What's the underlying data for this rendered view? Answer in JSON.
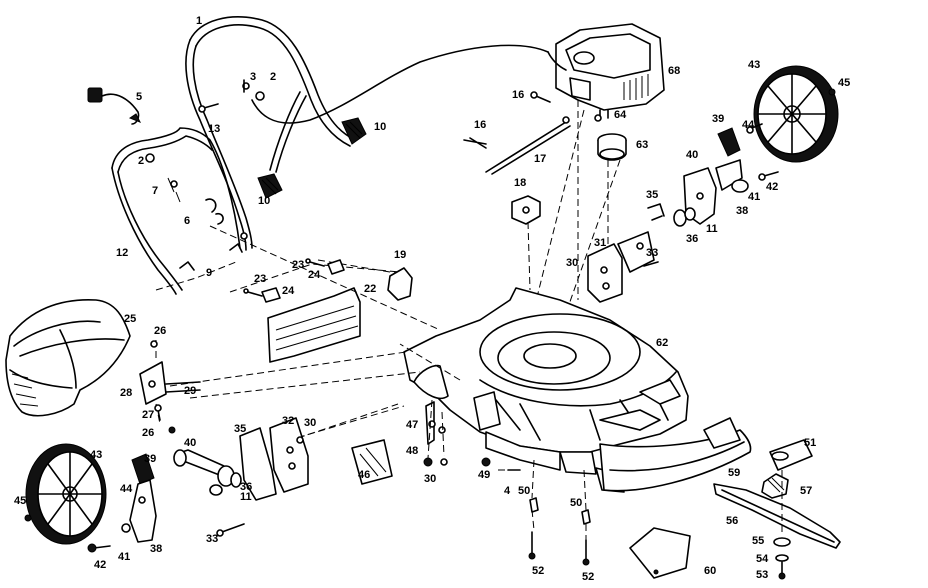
{
  "parts": [
    {
      "id": "p1",
      "text": "1"
    },
    {
      "id": "p2a",
      "text": "2"
    },
    {
      "id": "p2b",
      "text": "2"
    },
    {
      "id": "p3",
      "text": "3"
    },
    {
      "id": "p4",
      "text": "4"
    },
    {
      "id": "p5",
      "text": "5"
    },
    {
      "id": "p6",
      "text": "6"
    },
    {
      "id": "p7",
      "text": "7"
    },
    {
      "id": "p9",
      "text": "9"
    },
    {
      "id": "p10a",
      "text": "10"
    },
    {
      "id": "p10b",
      "text": "10"
    },
    {
      "id": "p11a",
      "text": "11"
    },
    {
      "id": "p11b",
      "text": "11"
    },
    {
      "id": "p12",
      "text": "12"
    },
    {
      "id": "p13",
      "text": "13"
    },
    {
      "id": "p16a",
      "text": "16"
    },
    {
      "id": "p16b",
      "text": "16"
    },
    {
      "id": "p17",
      "text": "17"
    },
    {
      "id": "p18",
      "text": "18"
    },
    {
      "id": "p19",
      "text": "19"
    },
    {
      "id": "p22",
      "text": "22"
    },
    {
      "id": "p23a",
      "text": "23"
    },
    {
      "id": "p23b",
      "text": "23"
    },
    {
      "id": "p24a",
      "text": "24"
    },
    {
      "id": "p24b",
      "text": "24"
    },
    {
      "id": "p25",
      "text": "25"
    },
    {
      "id": "p26a",
      "text": "26"
    },
    {
      "id": "p26b",
      "text": "26"
    },
    {
      "id": "p27",
      "text": "27"
    },
    {
      "id": "p28",
      "text": "28"
    },
    {
      "id": "p29",
      "text": "29"
    },
    {
      "id": "p30a",
      "text": "30"
    },
    {
      "id": "p30b",
      "text": "30"
    },
    {
      "id": "p30c",
      "text": "30"
    },
    {
      "id": "p31",
      "text": "31"
    },
    {
      "id": "p32",
      "text": "32"
    },
    {
      "id": "p33a",
      "text": "33"
    },
    {
      "id": "p33b",
      "text": "33"
    },
    {
      "id": "p35a",
      "text": "35"
    },
    {
      "id": "p35b",
      "text": "35"
    },
    {
      "id": "p36a",
      "text": "36"
    },
    {
      "id": "p36b",
      "text": "36"
    },
    {
      "id": "p38a",
      "text": "38"
    },
    {
      "id": "p38b",
      "text": "38"
    },
    {
      "id": "p39a",
      "text": "39"
    },
    {
      "id": "p39b",
      "text": "39"
    },
    {
      "id": "p40a",
      "text": "40"
    },
    {
      "id": "p40b",
      "text": "40"
    },
    {
      "id": "p41a",
      "text": "41"
    },
    {
      "id": "p41b",
      "text": "41"
    },
    {
      "id": "p42a",
      "text": "42"
    },
    {
      "id": "p42b",
      "text": "42"
    },
    {
      "id": "p43a",
      "text": "43"
    },
    {
      "id": "p43b",
      "text": "43"
    },
    {
      "id": "p44a",
      "text": "44"
    },
    {
      "id": "p44b",
      "text": "44"
    },
    {
      "id": "p45a",
      "text": "45"
    },
    {
      "id": "p45b",
      "text": "45"
    },
    {
      "id": "p46",
      "text": "46"
    },
    {
      "id": "p47",
      "text": "47"
    },
    {
      "id": "p48",
      "text": "48"
    },
    {
      "id": "p49",
      "text": "49"
    },
    {
      "id": "p50a",
      "text": "50"
    },
    {
      "id": "p50b",
      "text": "50"
    },
    {
      "id": "p51",
      "text": "51"
    },
    {
      "id": "p52a",
      "text": "52"
    },
    {
      "id": "p52b",
      "text": "52"
    },
    {
      "id": "p53",
      "text": "53"
    },
    {
      "id": "p54",
      "text": "54"
    },
    {
      "id": "p55",
      "text": "55"
    },
    {
      "id": "p56",
      "text": "56"
    },
    {
      "id": "p57",
      "text": "57"
    },
    {
      "id": "p59",
      "text": "59"
    },
    {
      "id": "p60",
      "text": "60"
    },
    {
      "id": "p62",
      "text": "62"
    },
    {
      "id": "p63",
      "text": "63"
    },
    {
      "id": "p64",
      "text": "64"
    },
    {
      "id": "p68",
      "text": "68"
    }
  ]
}
